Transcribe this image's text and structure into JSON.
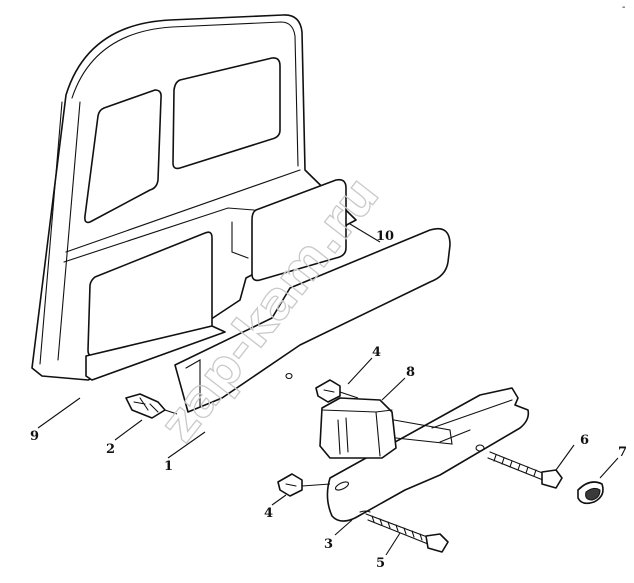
{
  "watermark": "zap-kam.ru",
  "corner_mark": "-",
  "callouts": [
    {
      "id": "c1",
      "label": "1"
    },
    {
      "id": "c2",
      "label": "2"
    },
    {
      "id": "c3",
      "label": "3"
    },
    {
      "id": "c4a",
      "label": "4"
    },
    {
      "id": "c4b",
      "label": "4"
    },
    {
      "id": "c5",
      "label": "5"
    },
    {
      "id": "c6",
      "label": "6"
    },
    {
      "id": "c7",
      "label": "7"
    },
    {
      "id": "c8",
      "label": "8"
    },
    {
      "id": "c9",
      "label": "9"
    },
    {
      "id": "c10",
      "label": "10"
    }
  ]
}
